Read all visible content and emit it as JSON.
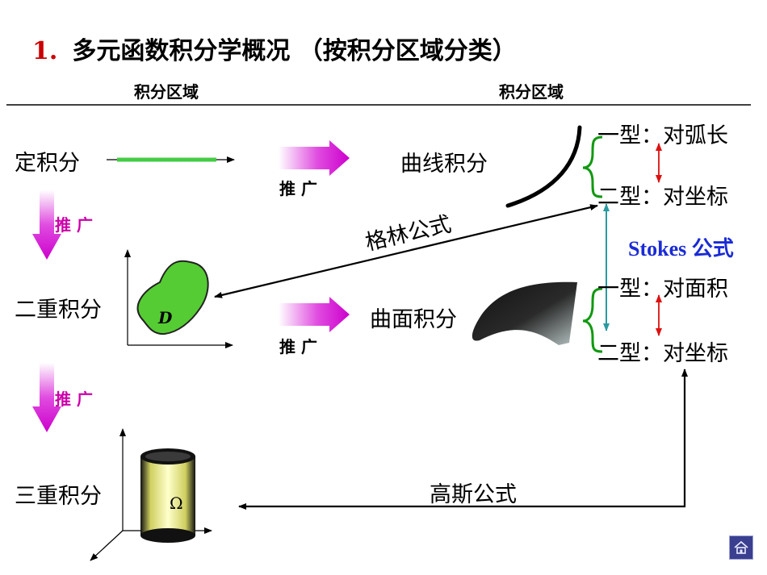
{
  "title": {
    "number": "1.",
    "text": "多元函数积分学概况 （按积分区域分类）"
  },
  "headers": {
    "left": "积分区域",
    "right": "积分区域"
  },
  "integrals": {
    "definite": "定积分",
    "double": "二重积分",
    "triple": "三重积分",
    "line": "曲线积分",
    "surface": "曲面积分"
  },
  "generalize": {
    "label_1": "推 广",
    "label_2": "推 广",
    "label_3": "推 广",
    "label_4": "推 广"
  },
  "line_types": {
    "type1": "一型：对弧长",
    "type2": "二型：对坐标"
  },
  "surface_types": {
    "type1": "一型：对面积",
    "type2": "二型：对坐标"
  },
  "formulas": {
    "green": "格林公式",
    "stokes": "Stokes 公式",
    "gauss": "高斯公式"
  },
  "region_labels": {
    "plane": "D",
    "solid": "Ω"
  },
  "nav": {
    "home_icon": "home-icon"
  },
  "colors": {
    "title_number": "#cc0000",
    "arrow_magenta": "#cc00cc",
    "segment_green": "#44cc44",
    "region_fill": "#55cc33",
    "stokes_text": "#1a2bd6",
    "brace_green": "#119911",
    "double_arrow_red": "#dd1111",
    "stokes_arrow": "#2a9aa0"
  }
}
